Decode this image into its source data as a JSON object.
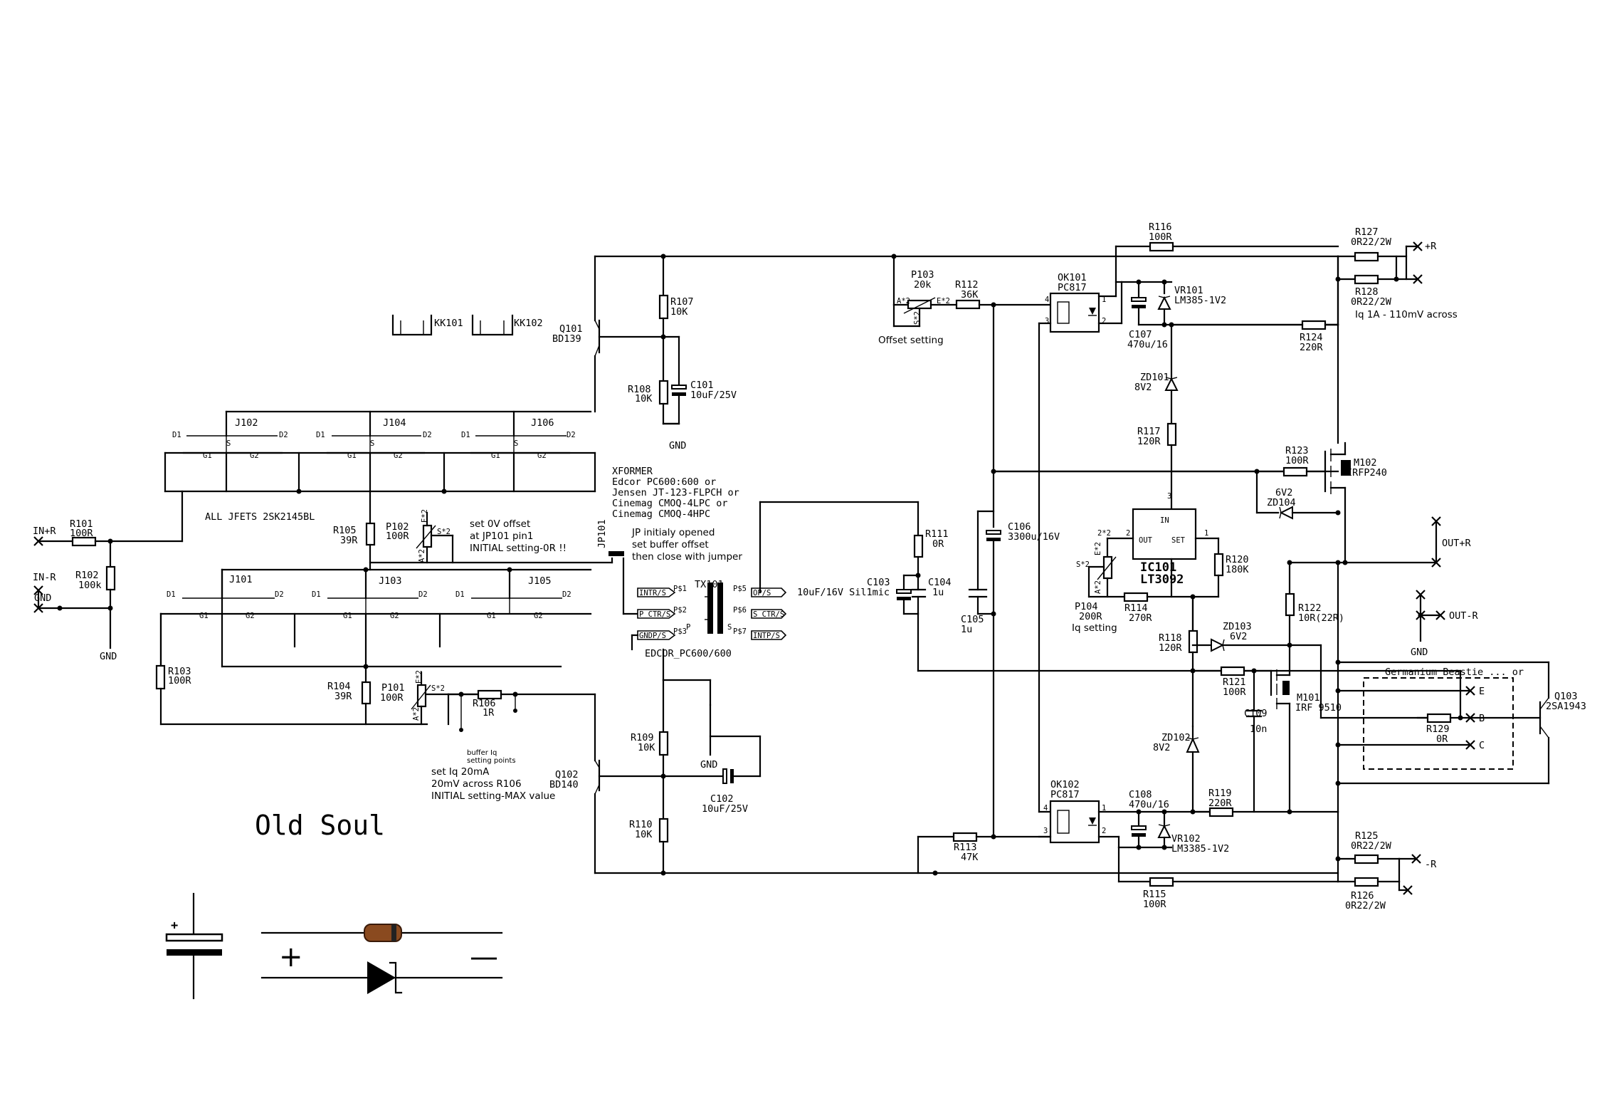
{
  "title": "Old Soul",
  "notes": {
    "all_jfets": "ALL JFETS 2SK2145BL",
    "offset_setting": "Offset setting",
    "iq_setting": "Iq setting",
    "iq_across": "Iq 1A - 110mV across",
    "set_0v_1": "set 0V offset",
    "set_0v_2": "at JP101 pin1",
    "set_0v_3": "INITIAL setting-0R !!",
    "jp_1": "JP initialy opened",
    "jp_2": "set buffer offset",
    "jp_3": "then close with jumper",
    "buf_iq_1": "buffer Iq",
    "buf_iq_2": "setting points",
    "set_iq_1": "set Iq 20mA",
    "set_iq_2": "20mV across R106",
    "set_iq_3": "INITIAL setting-MAX value",
    "xformer_1": "XFORMER",
    "xformer_2": "Edcor PC600:600 or",
    "xformer_3": "Jensen JT-123-FLPCH or",
    "xformer_4": "Cinemag CMOQ-4LPC or",
    "xformer_5": "Cinemag CMOQ-4HPC",
    "germanium": "Germanium Beastie ... or",
    "c103_val": "10uF/16V Sil1mic"
  },
  "ports": {
    "in_r": "IN+R",
    "in_r_neg": "IN-R",
    "gnd": "GND",
    "out_r": "OUT+R",
    "out_r_neg": "OUT-R",
    "plus_r": "+R",
    "minus_r": "-R",
    "e": "E",
    "b": "B",
    "c": "C"
  },
  "components": {
    "r101": [
      "R101",
      "100R"
    ],
    "r102": [
      "R102",
      "100k"
    ],
    "r103": [
      "R103",
      "100R"
    ],
    "r104": [
      "R104",
      "39R"
    ],
    "r105": [
      "R105",
      "39R"
    ],
    "r106": [
      "R106",
      "1R"
    ],
    "r107": [
      "R107",
      "10K"
    ],
    "r108": [
      "R108",
      "10K"
    ],
    "r109": [
      "R109",
      "10K"
    ],
    "r110": [
      "R110",
      "10K"
    ],
    "r111": [
      "R111",
      "0R"
    ],
    "r112": [
      "R112",
      "36K"
    ],
    "r113": [
      "R113",
      "47K"
    ],
    "r114": [
      "R114",
      "270R"
    ],
    "r115": [
      "R115",
      "100R"
    ],
    "r116": [
      "R116",
      "100R"
    ],
    "r117": [
      "R117",
      "120R"
    ],
    "r118": [
      "R118",
      "120R"
    ],
    "r119": [
      "R119",
      "220R"
    ],
    "r120": [
      "R120",
      "180K"
    ],
    "r121": [
      "R121",
      "100R"
    ],
    "r122": [
      "R122",
      "10R(22R)"
    ],
    "r123": [
      "R123",
      "100R"
    ],
    "r124": [
      "R124",
      "220R"
    ],
    "r125": [
      "R125",
      "0R22/2W"
    ],
    "r126": [
      "R126",
      "0R22/2W"
    ],
    "r127": [
      "R127",
      "0R22/2W"
    ],
    "r128": [
      "R128",
      "0R22/2W"
    ],
    "r129": [
      "R129",
      "0R"
    ],
    "p101": [
      "P101",
      "100R"
    ],
    "p102": [
      "P102",
      "100R"
    ],
    "p103": [
      "P103",
      "20k"
    ],
    "p104": [
      "P104",
      "200R"
    ],
    "c101": [
      "C101",
      "10uF/25V"
    ],
    "c102": [
      "C102",
      "10uF/25V"
    ],
    "c103": [
      "C103",
      ""
    ],
    "c104": [
      "C104",
      "1u"
    ],
    "c105": [
      "C105",
      "1u"
    ],
    "c106": [
      "C106",
      "3300u/16V"
    ],
    "c107": [
      "C107",
      "470u/16"
    ],
    "c108": [
      "C108",
      "470u/16"
    ],
    "c109": [
      "C109",
      "10n"
    ],
    "q101": [
      "Q101",
      "BD139"
    ],
    "q102": [
      "Q102",
      "BD140"
    ],
    "q103": [
      "Q103",
      "2SA1943"
    ],
    "m101": [
      "M101",
      "IRF 9510"
    ],
    "m102": [
      "M102",
      "IRFP240"
    ],
    "ok101": [
      "OK101",
      "PC817"
    ],
    "ok102": [
      "OK102",
      "PC817"
    ],
    "vr101": [
      "VR101",
      "LM385-1V2"
    ],
    "vr102": [
      "VR102",
      "LM3385-1V2"
    ],
    "zd101": [
      "ZD101",
      "8V2"
    ],
    "zd102": [
      "ZD102",
      "8V2"
    ],
    "zd103": [
      "ZD103",
      "6V2"
    ],
    "zd104": [
      "ZD104",
      "6V2"
    ],
    "ic101": [
      "IC101",
      "LT3092"
    ],
    "tx101": [
      "TX101",
      "EDCOR_PC600/600"
    ],
    "jp101": [
      "JP101",
      ""
    ],
    "kk101": [
      "KK101",
      ""
    ],
    "kk102": [
      "KK102",
      ""
    ],
    "j101": [
      "J101",
      ""
    ],
    "j102": [
      "J102",
      ""
    ],
    "j103": [
      "J103",
      ""
    ],
    "j104": [
      "J104",
      ""
    ],
    "j105": [
      "J105",
      ""
    ],
    "j106": [
      "J106",
      ""
    ]
  },
  "ic_pins": {
    "in": "IN",
    "out": "OUT",
    "set": "SET"
  },
  "tx_pins": {
    "p1": "INTR/S",
    "p2": "P_CTR/S",
    "p3": "GNDP/S",
    "p5": "OP/S",
    "p6": "S_CTR/S",
    "p7": "INTP/S",
    "ps1": "P$1",
    "ps2": "P$2",
    "ps3": "P$3",
    "ps5": "P$5",
    "ps6": "P$6",
    "ps7": "P$7"
  },
  "legend": {
    "plus": "+",
    "minus": "—"
  }
}
